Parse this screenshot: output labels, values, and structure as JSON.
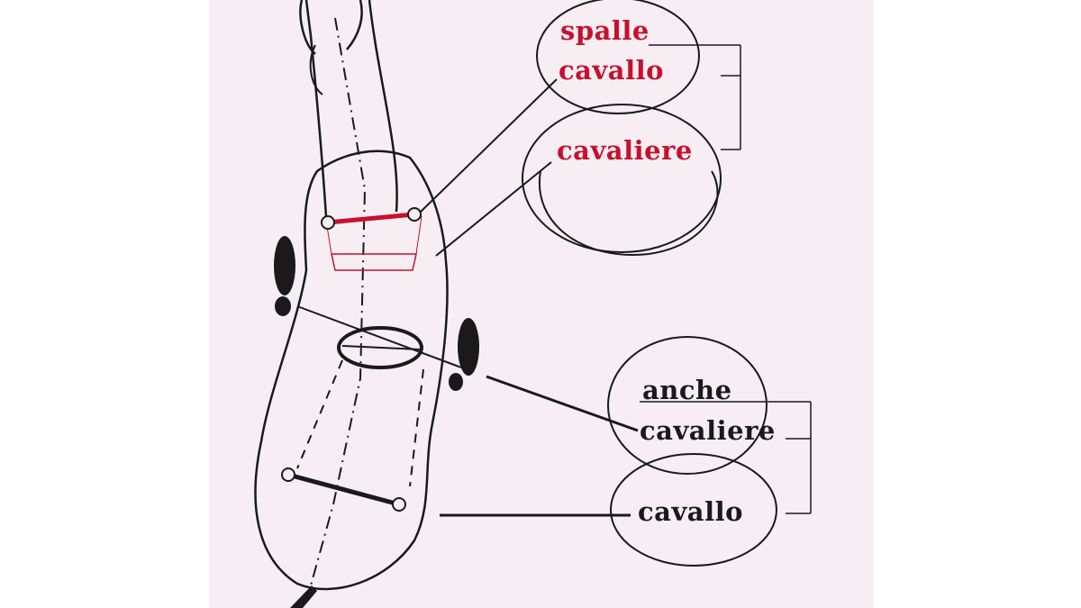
{
  "diagram": {
    "labels": {
      "shoulders_top": "spalle",
      "shoulders_horse": "cavallo",
      "shoulders_rider": "cavaliere",
      "hips_top": "anche",
      "hips_rider": "cavaliere",
      "hips_horse": "cavallo"
    },
    "colors": {
      "ink": "#1a1a1a",
      "accent_red": "#c8102e",
      "paper": "#f6eef3"
    }
  }
}
